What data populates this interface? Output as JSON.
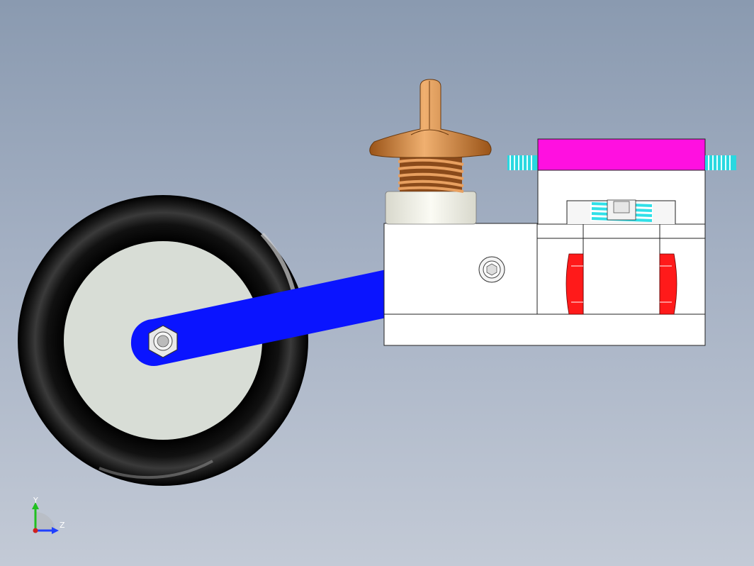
{
  "viewport": {
    "background_top": "#8a9ab0",
    "background_bottom": "#c3cad6"
  },
  "model": {
    "parts": {
      "wheel_tire": "tire",
      "wheel_hub": "wheel-hub",
      "arm": "swing-arm",
      "hex_nut": "hex-nut",
      "knob": "t-handle-knob",
      "spring": "compression-spring",
      "collar": "collar-bushing",
      "body_block": "mounting-block",
      "clamp_top": "clamp-plate",
      "gear": "gear-rack",
      "seals": "seal-rings"
    },
    "colors": {
      "tire": "#0a0a0a",
      "hub": "#d8ddd6",
      "arm": "#0a14ff",
      "knob": "#c47a30",
      "spring": "#a8602a",
      "collar": "#efefe6",
      "block": "#ffffff",
      "clamp_top": "#ff10e0",
      "gear": "#2ad8e0",
      "seal": "#ff1a1a",
      "inner_spring": "#30e0e8"
    }
  },
  "triad": {
    "y_label": "Y",
    "z_label": "Z",
    "y_color": "#20c020",
    "z_color": "#2040ff",
    "origin_color": "#d02020"
  }
}
